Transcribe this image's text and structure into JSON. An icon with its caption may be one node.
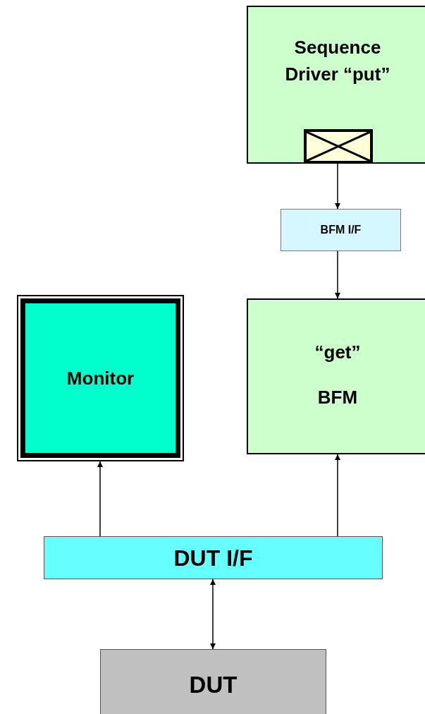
{
  "diagram": {
    "nodes": [
      {
        "text": [
          "Sequence Driver “put”"
        ]
      },
      {
        "text": [],
        "shape": "box",
        "in": 0
      },
      {
        "text": [
          "BFM I/F"
        ]
      },
      {
        "text": [
          "Monitor"
        ]
      },
      {
        "text": [
          "“get”",
          "BFM"
        ]
      },
      {
        "text": [
          "DUT I/F"
        ]
      },
      {
        "text": [
          "DUT"
        ]
      }
    ],
    "edges": [
      {
        "from": 1,
        "to": 2,
        "arrow": "to"
      },
      {
        "from": 2,
        "to": 4,
        "arrow": "to"
      },
      {
        "from": 5,
        "to": 3,
        "arrow": "to"
      },
      {
        "from": 5,
        "to": 4,
        "arrow": "to"
      },
      {
        "from": 6,
        "to": 5,
        "arrow": "both"
      }
    ]
  }
}
